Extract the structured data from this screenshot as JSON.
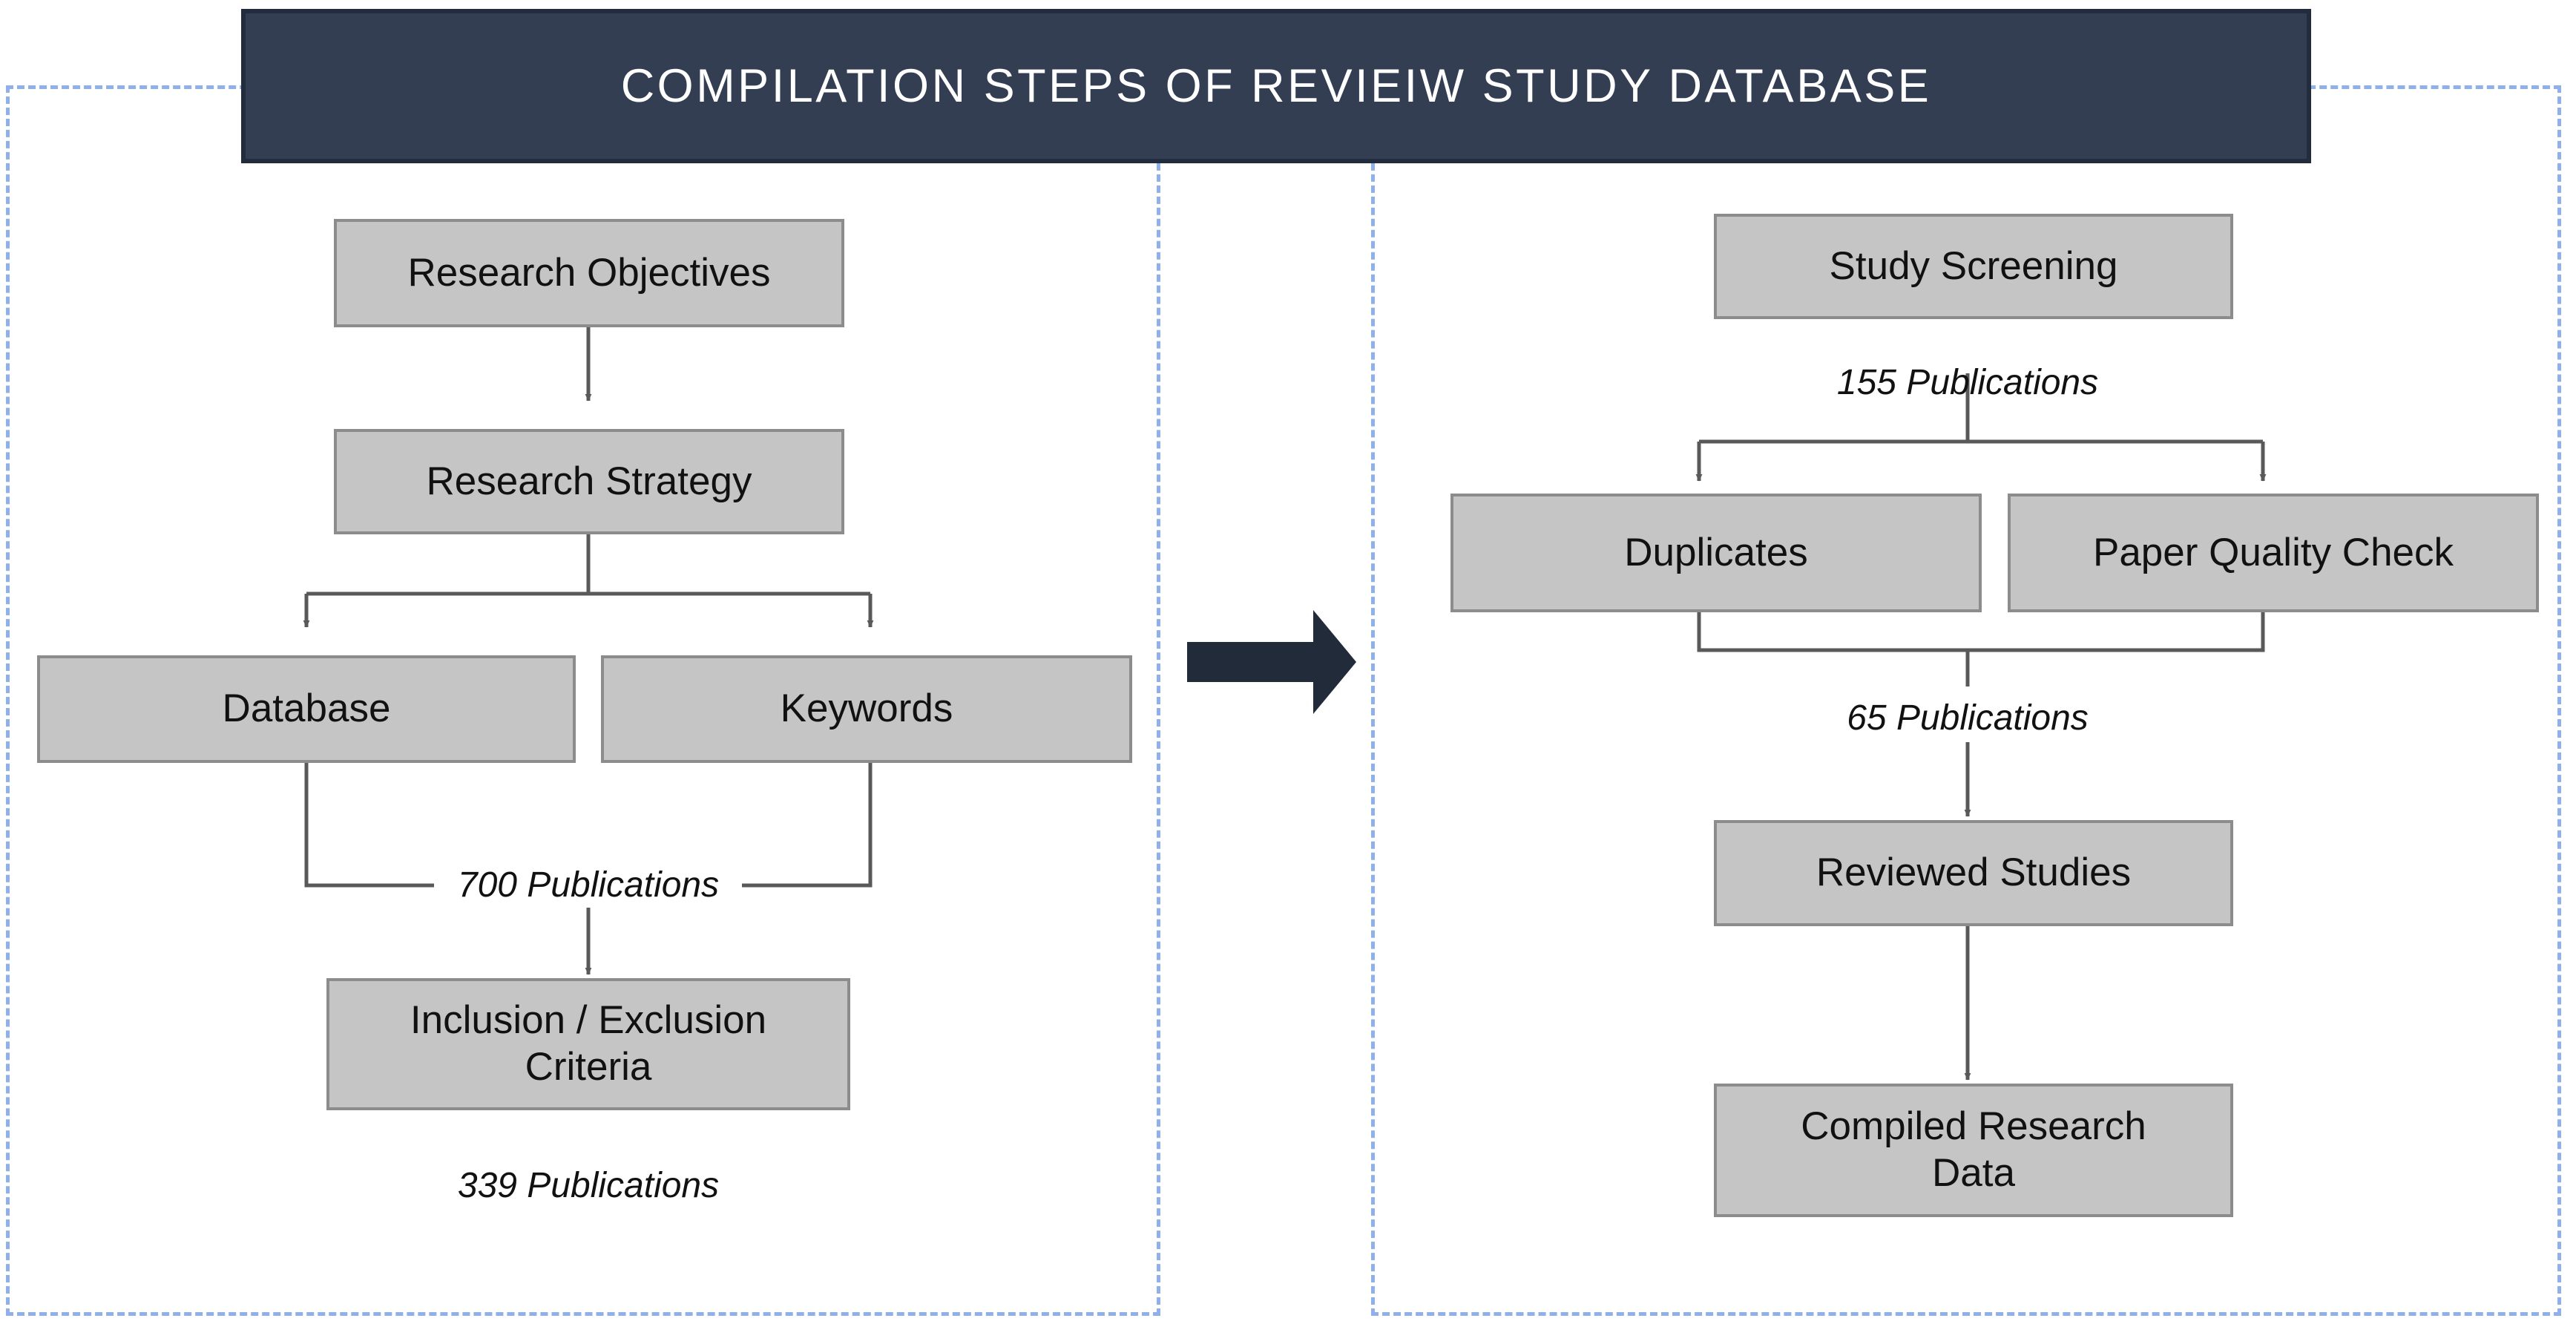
{
  "header": {
    "title": "COMPILATION STEPS OF REVIEIW STUDY DATABASE",
    "bar_color": "#333e52",
    "title_color": "#ffffff"
  },
  "theme": {
    "panel_border_color": "#8fb0e8",
    "node_fill": "#c5c5c5",
    "node_border": "#8c8c8c",
    "connector_color": "#595959",
    "transition_arrow_color": "#222b3a",
    "background": "#ffffff"
  },
  "panels": {
    "left": {
      "name": "search-and-selection-phase"
    },
    "right": {
      "name": "screening-and-compilation-phase"
    }
  },
  "nodes": {
    "research_objectives": "Research Objectives",
    "research_strategy": "Research Strategy",
    "database": "Database",
    "keywords": "Keywords",
    "inclusion_exclusion_line1": "Inclusion / Exclusion",
    "inclusion_exclusion_line2": "Criteria",
    "study_screening": "Study Screening",
    "duplicates": "Duplicates",
    "paper_quality_check": "Paper Quality Check",
    "reviewed_studies": "Reviewed Studies",
    "compiled_research_line1": "Compiled Research",
    "compiled_research_line2": "Data"
  },
  "captions": {
    "after_search": "700 Publications",
    "after_criteria": "339 Publications",
    "after_screening": "155 Publications",
    "after_quality": "65 Publications"
  },
  "chart_data": {
    "type": "diagram",
    "title": "COMPILATION STEPS OF REVIEIW STUDY DATABASE",
    "layout": "two-stage flowchart, left panel flows into right panel via a large right-pointing arrow",
    "stages": [
      {
        "panel": "left",
        "steps": [
          {
            "id": "research_objectives",
            "label": "Research Objectives",
            "level": 0
          },
          {
            "id": "research_strategy",
            "label": "Research Strategy",
            "level": 1
          },
          {
            "id": "database",
            "label": "Database",
            "level": 2
          },
          {
            "id": "keywords",
            "label": "Keywords",
            "level": 2
          },
          {
            "id": "inclusion_exclusion",
            "label": "Inclusion / Exclusion Criteria",
            "level": 3
          }
        ],
        "edge_labels": [
          {
            "after": "database+keywords",
            "text": "700 Publications",
            "count": 700
          },
          {
            "after": "inclusion_exclusion",
            "text": "339 Publications",
            "count": 339
          }
        ]
      },
      {
        "panel": "right",
        "steps": [
          {
            "id": "study_screening",
            "label": "Study Screening",
            "level": 0
          },
          {
            "id": "duplicates",
            "label": "Duplicates",
            "level": 1
          },
          {
            "id": "paper_quality_check",
            "label": "Paper Quality Check",
            "level": 1
          },
          {
            "id": "reviewed_studies",
            "label": "Reviewed Studies",
            "level": 2
          },
          {
            "id": "compiled_research_data",
            "label": "Compiled Research Data",
            "level": 3
          }
        ],
        "edge_labels": [
          {
            "after": "study_screening",
            "text": "155 Publications",
            "count": 155
          },
          {
            "after": "duplicates+paper_quality_check",
            "text": "65 Publications",
            "count": 65
          }
        ]
      }
    ],
    "counts_sequence": [
      700,
      339,
      155,
      65
    ]
  }
}
